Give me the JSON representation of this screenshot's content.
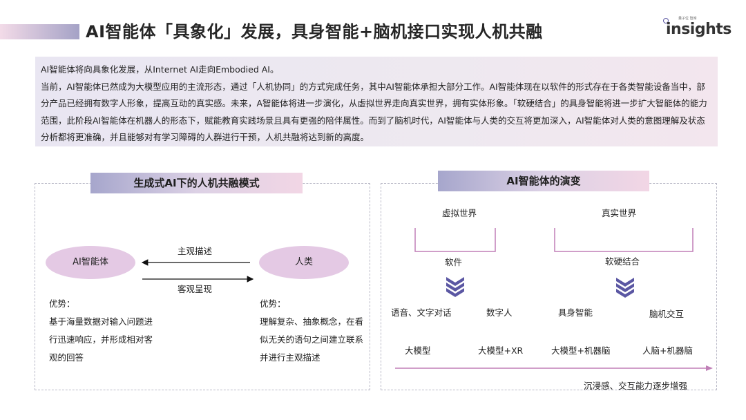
{
  "header": {
    "title": "AI智能体「具象化」发展，具身智能+脑机接口实现人机共融",
    "brand_tagline": "量子位 智库",
    "brand_word": "insights"
  },
  "intro": {
    "line1": "AI智能体将向具象化发展，从Internet AI走向Embodied AI。",
    "line2": "当前，AI智能体已然成为大模型应用的主流形态，通过「人机协同」的方式完成任务，其中AI智能体承担大部分工作。AI智能体现在以软件的形式存在于各类智能设备当中，部分产品已经拥有数字人形象，提高互动的真实感。未来，A智能体将进一步演化，从虚拟世界走向真实世界，拥有实体形象。「软硬结合」的具身智能将进一步扩大智能体的能力范围，此阶段AI智能体在机器人的形态下，赋能教育实践场景且具有更强的陪伴属性。而到了脑机时代，AI智能体与人类的交互将更加深入，AI智能体对人类的意图理解及状态分析都将更准确，并且能够对有学习障碍的人群进行干预，人机共融将达到新的高度。"
  },
  "left_panel": {
    "title": "生成式AI下的人机共融模式",
    "ai_agent": "AI智能体",
    "human": "人类",
    "arrow_top_label": "主观描述",
    "arrow_bottom_label": "客观呈现",
    "ai_adv_title": "优势：",
    "ai_adv_text": "基于海量数据对输入问题进行迅速响应，并形成相对客观的回答",
    "human_adv_title": "优势：",
    "human_adv_text": "理解复杂、抽象概念，在看似无关的语句之间建立联系并进行主观描述"
  },
  "right_panel": {
    "title": "AI智能体的演变",
    "virtual_world": "虚拟世界",
    "real_world": "真实世界",
    "software": "软件",
    "hard_soft": "软硬结合",
    "voice_text": "语音、文字对话",
    "digital_human": "数字人",
    "embodied": "具身智能",
    "bci": "脑机交互",
    "llm": "大模型",
    "llm_xr": "大模型+XR",
    "llm_robot": "大模型+机器脑",
    "brain_robot": "人脑+机器脑",
    "trend": "沉浸感、交互能力逐步增强"
  },
  "colors": {
    "accent_purple": "#5b57a3",
    "bracket_pink": "#c07fb7",
    "ellipse_fill": "#e4c9e4",
    "chevron": "#5b57a3"
  }
}
